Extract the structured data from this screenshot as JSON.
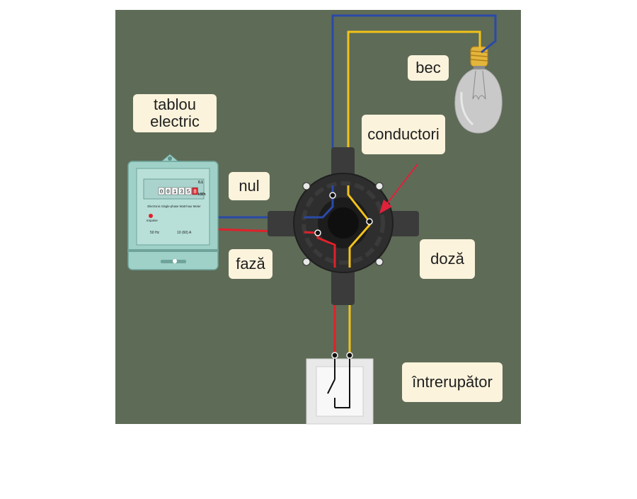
{
  "colors": {
    "background": "#5e6b57",
    "neutral_wire": "#2a4aa8",
    "phase_wire": "#e0212a",
    "switched_wire": "#f2c219",
    "label_bg": "#fbf3dc",
    "box_body": "#2e2e2e",
    "meter_body": "#9fd1c8"
  },
  "labels": {
    "bec": "bec",
    "tablou": "tablou\nelectric",
    "conductori": "conductori",
    "nul": "nul",
    "faza": "fază",
    "doza": "doză",
    "intrerupator": "întrerupător"
  },
  "meter": {
    "counter_digits": [
      "0",
      "0",
      "1",
      "3",
      "5"
    ],
    "counter_last": "8",
    "resolution": "0.1",
    "unit": "kWh",
    "title": "Electronic Single-phase Watt-hour Meter",
    "impulse": "Impulse",
    "frequency": "50 Hz",
    "current": "10 (60) A"
  },
  "icons": {
    "bulb": "light-bulb-icon",
    "switch": "wall-switch-icon",
    "junction": "junction-box-icon",
    "meter": "electric-meter-icon",
    "arrow": "pointer-arrow-icon"
  }
}
